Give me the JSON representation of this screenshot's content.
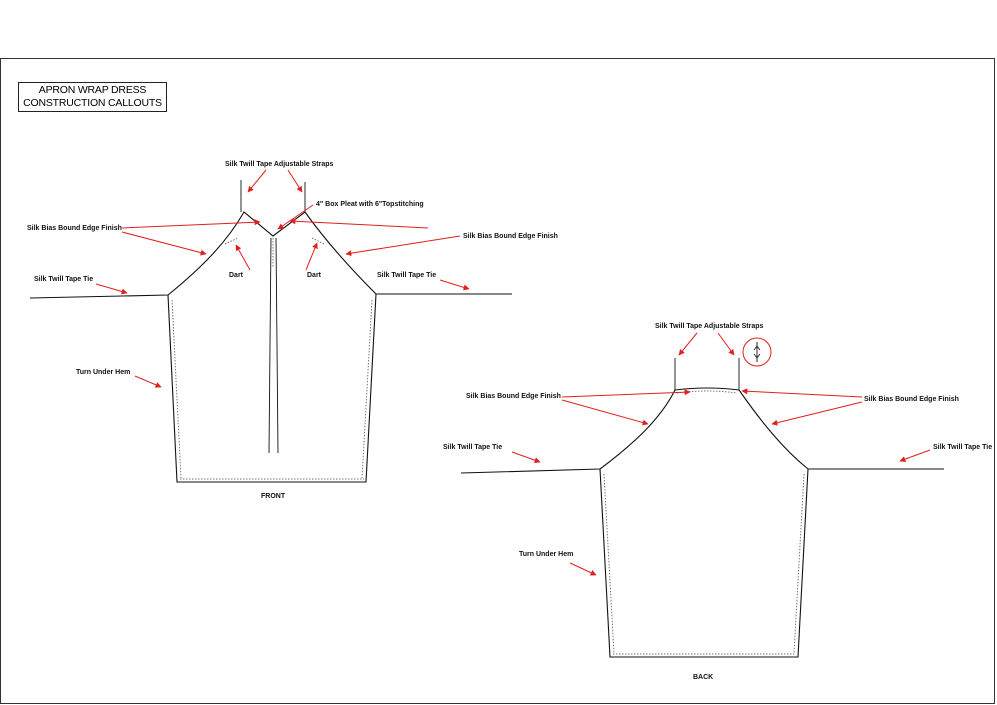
{
  "title": {
    "line1": "APRON WRAP DRESS",
    "line2": "CONSTRUCTION  CALLOUTS"
  },
  "front": {
    "view_label": "FRONT",
    "callouts": {
      "straps": "Silk Twill Tape Adjustable Straps",
      "box_pleat": "4\" Box Pleat with 6\"Topstitching",
      "bias_left": "Silk Bias Bound Edge Finish",
      "bias_right": "Silk Bias Bound Edge Finish",
      "tie_left": "Silk Twill Tape Tie",
      "tie_right": "Silk Twill Tape Tie",
      "dart_left": "Dart",
      "dart_right": "Dart",
      "hem": "Turn Under Hem"
    }
  },
  "back": {
    "view_label": "BACK",
    "callouts": {
      "straps": "Silk Twill Tape Adjustable Straps",
      "bias_left": "Silk Bias Bound Edge Finish",
      "bias_right": "Silk Bias Bound Edge Finish",
      "tie_left": "Silk Twill Tape Tie",
      "tie_right": "Silk Twill Tape Tie",
      "hem": "Turn Under Hem"
    },
    "detail": "adjuster-detail-icon"
  },
  "colors": {
    "callout_arrow": "#e0201e",
    "line": "#111111"
  }
}
